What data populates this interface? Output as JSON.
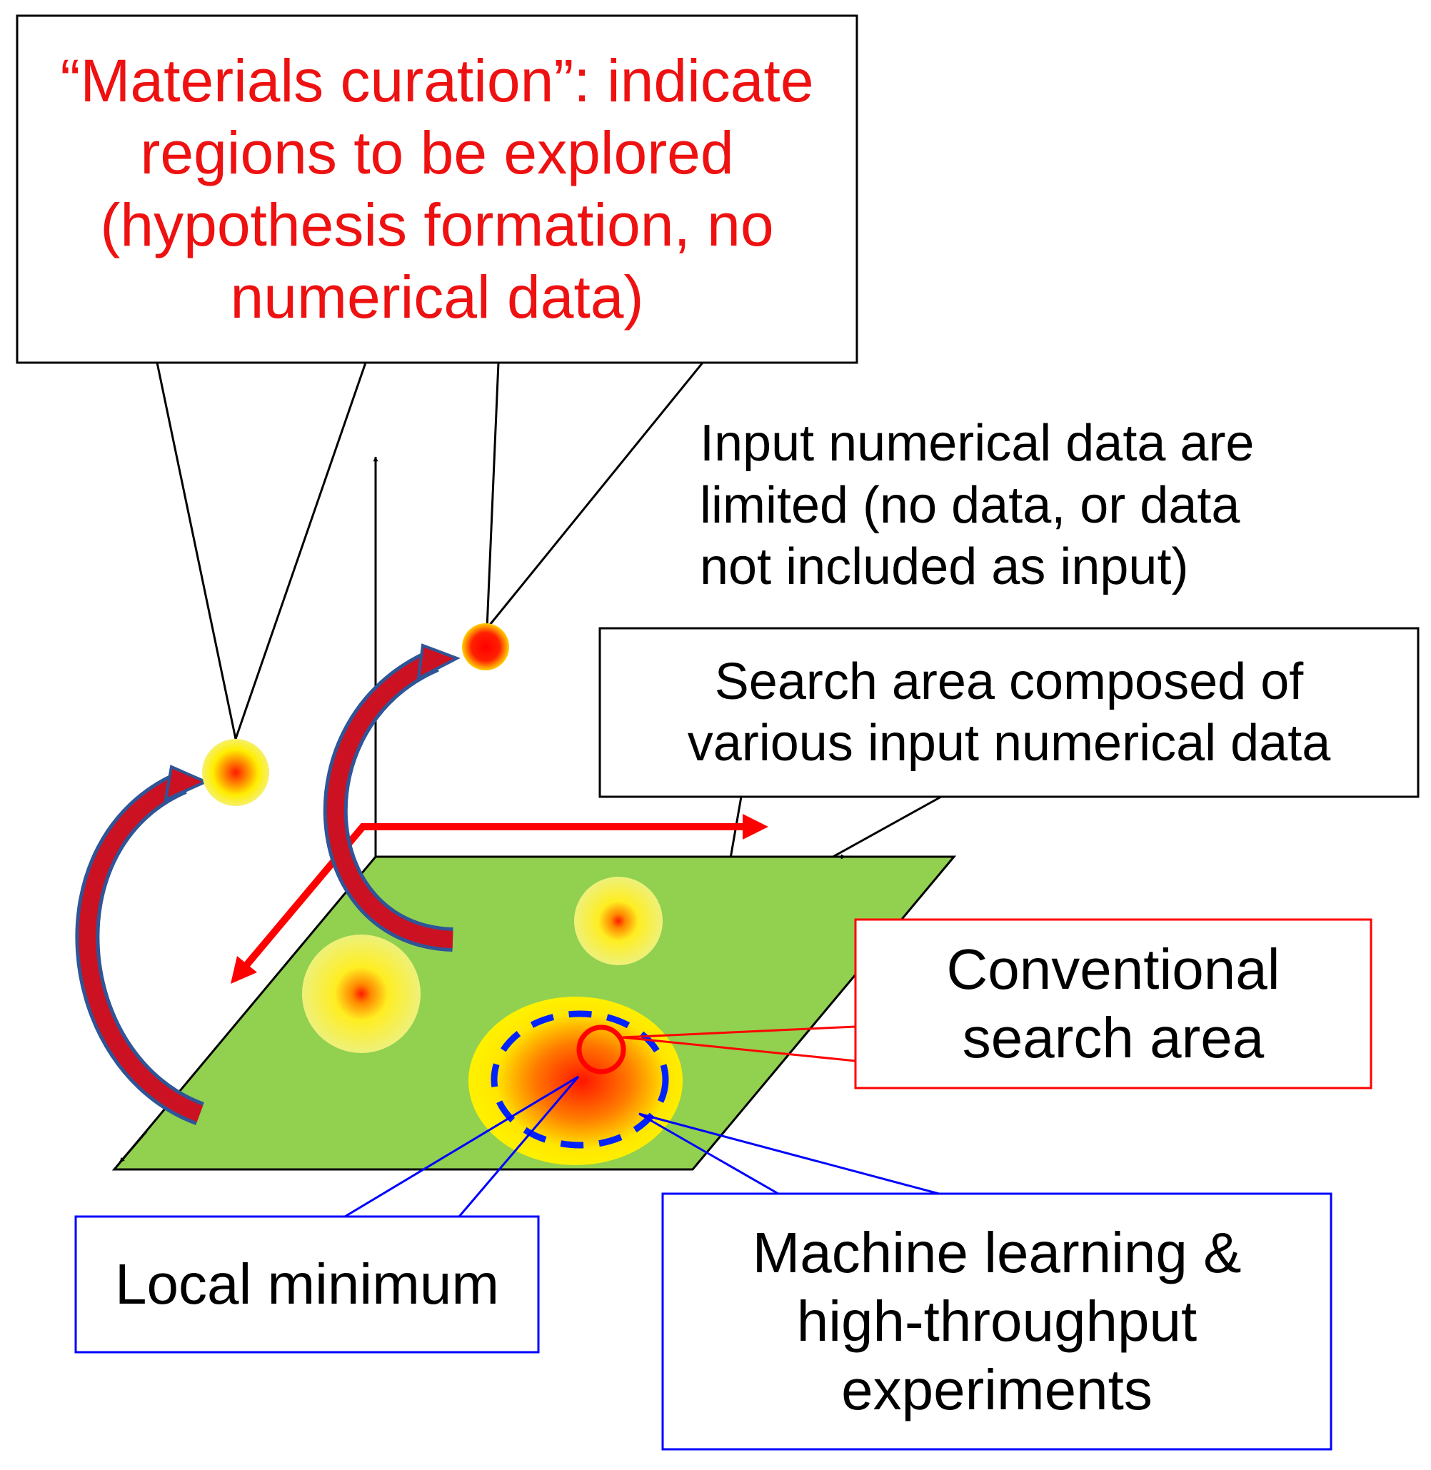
{
  "callouts": {
    "curation": "“Materials curation”: indicate\nregions to be explored\n(hypothesis formation, no\nnumerical data)",
    "input_limited": "Input numerical data are\nlimited (no data, or data\nnot included as input)",
    "search_area": "Search area composed of\nvarious input numerical data",
    "conventional": "Conventional\nsearch area",
    "local_minimum": "Local minimum",
    "ml_experiments": "Machine learning &\nhigh-throughput\nexperiments"
  },
  "colors": {
    "plane": "#92d050",
    "red_arrow": "#ff0000",
    "curved_arrow_fill": "#cc1122",
    "curved_arrow_edge": "#2e5597",
    "curation_text": "#ee1111",
    "blue_frame": "#0000ff",
    "red_frame": "#ff0000"
  }
}
